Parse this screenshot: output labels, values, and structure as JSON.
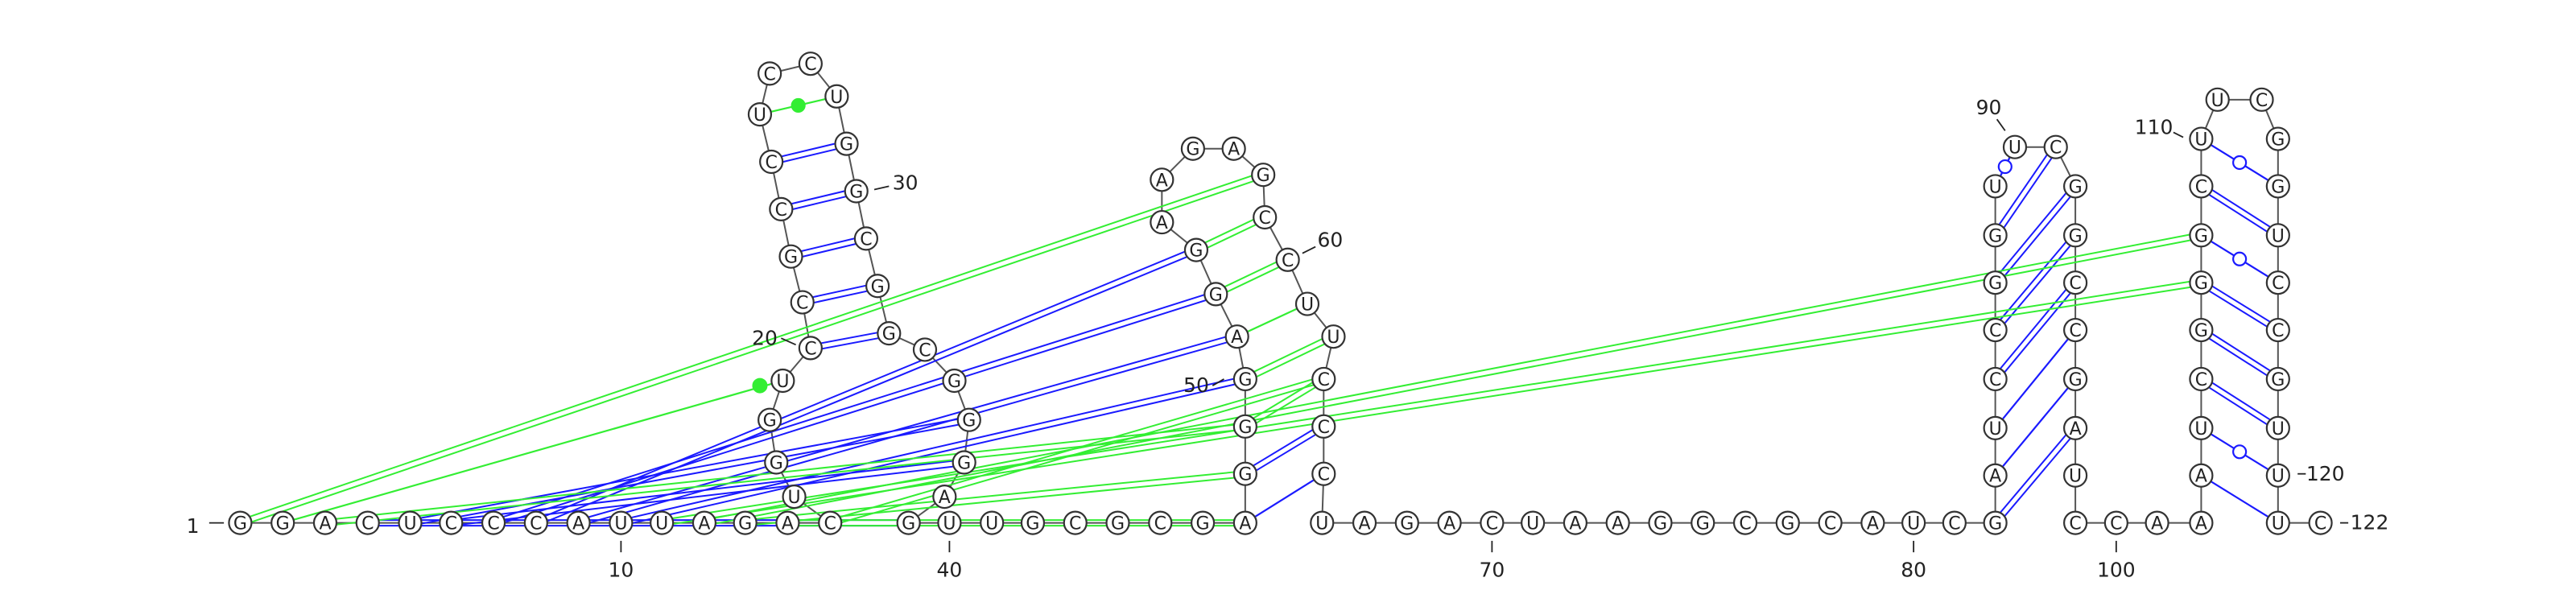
{
  "diagram": {
    "type": "rna-secondary-structure",
    "sequence_labels": [
      {
        "pos": 1,
        "text": "1"
      },
      {
        "pos": 10,
        "text": "10"
      },
      {
        "pos": 20,
        "text": "20"
      },
      {
        "pos": 30,
        "text": "30"
      },
      {
        "pos": 40,
        "text": "40"
      },
      {
        "pos": 50,
        "text": "50"
      },
      {
        "pos": 60,
        "text": "60"
      },
      {
        "pos": 70,
        "text": "70"
      },
      {
        "pos": 80,
        "text": "80"
      },
      {
        "pos": 90,
        "text": "90"
      },
      {
        "pos": 100,
        "text": "100"
      },
      {
        "pos": 110,
        "text": "110"
      },
      {
        "pos": 120,
        "text": "120"
      },
      {
        "pos": 122,
        "text": "122"
      }
    ],
    "colors": {
      "blue": "#1a1aff",
      "green": "#33ee33",
      "node_stroke": "#333333",
      "backbone": "#555555",
      "text": "#222222"
    }
  }
}
